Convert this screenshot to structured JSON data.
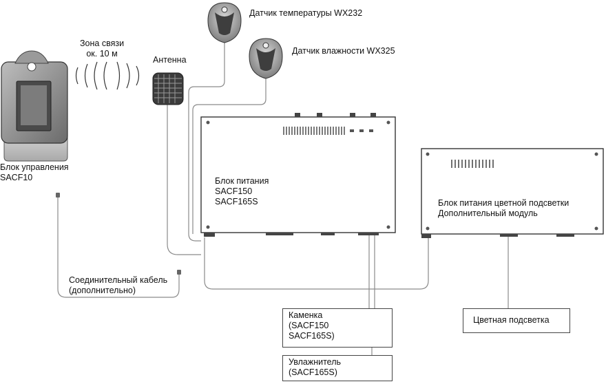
{
  "labels": {
    "comm_zone": [
      "Зона связи",
      "ок. 10 м"
    ],
    "antenna": "Антенна",
    "temp_sensor": "Датчик температуры WX232",
    "humidity_sensor": "Датчик влажности WX325",
    "control_unit": [
      "Блок управления",
      "SACF10"
    ],
    "power_unit": [
      "Блок питания",
      "SACF150",
      "SACF165S"
    ],
    "light_power_unit": [
      "Блок питания цветной подсветки",
      "Дополнительный модуль"
    ],
    "cable": [
      "Соединительный кабель",
      "(дополнительно)"
    ],
    "heater": [
      "Каменка",
      "(SACF150",
      "SACF165S)"
    ],
    "humidifier": [
      "Увлажнитель",
      "(SACF165S)"
    ],
    "color_light": "Цветная подсветка"
  },
  "colors": {
    "line": "#777777",
    "device_dark": "#3a3a3a",
    "device_mid": "#8a8a8a",
    "device_light": "#d8d8d8"
  },
  "icons": [
    "control-unit-icon",
    "antenna-icon",
    "temperature-sensor-icon",
    "humidity-sensor-icon",
    "wifi-waves-icon"
  ]
}
